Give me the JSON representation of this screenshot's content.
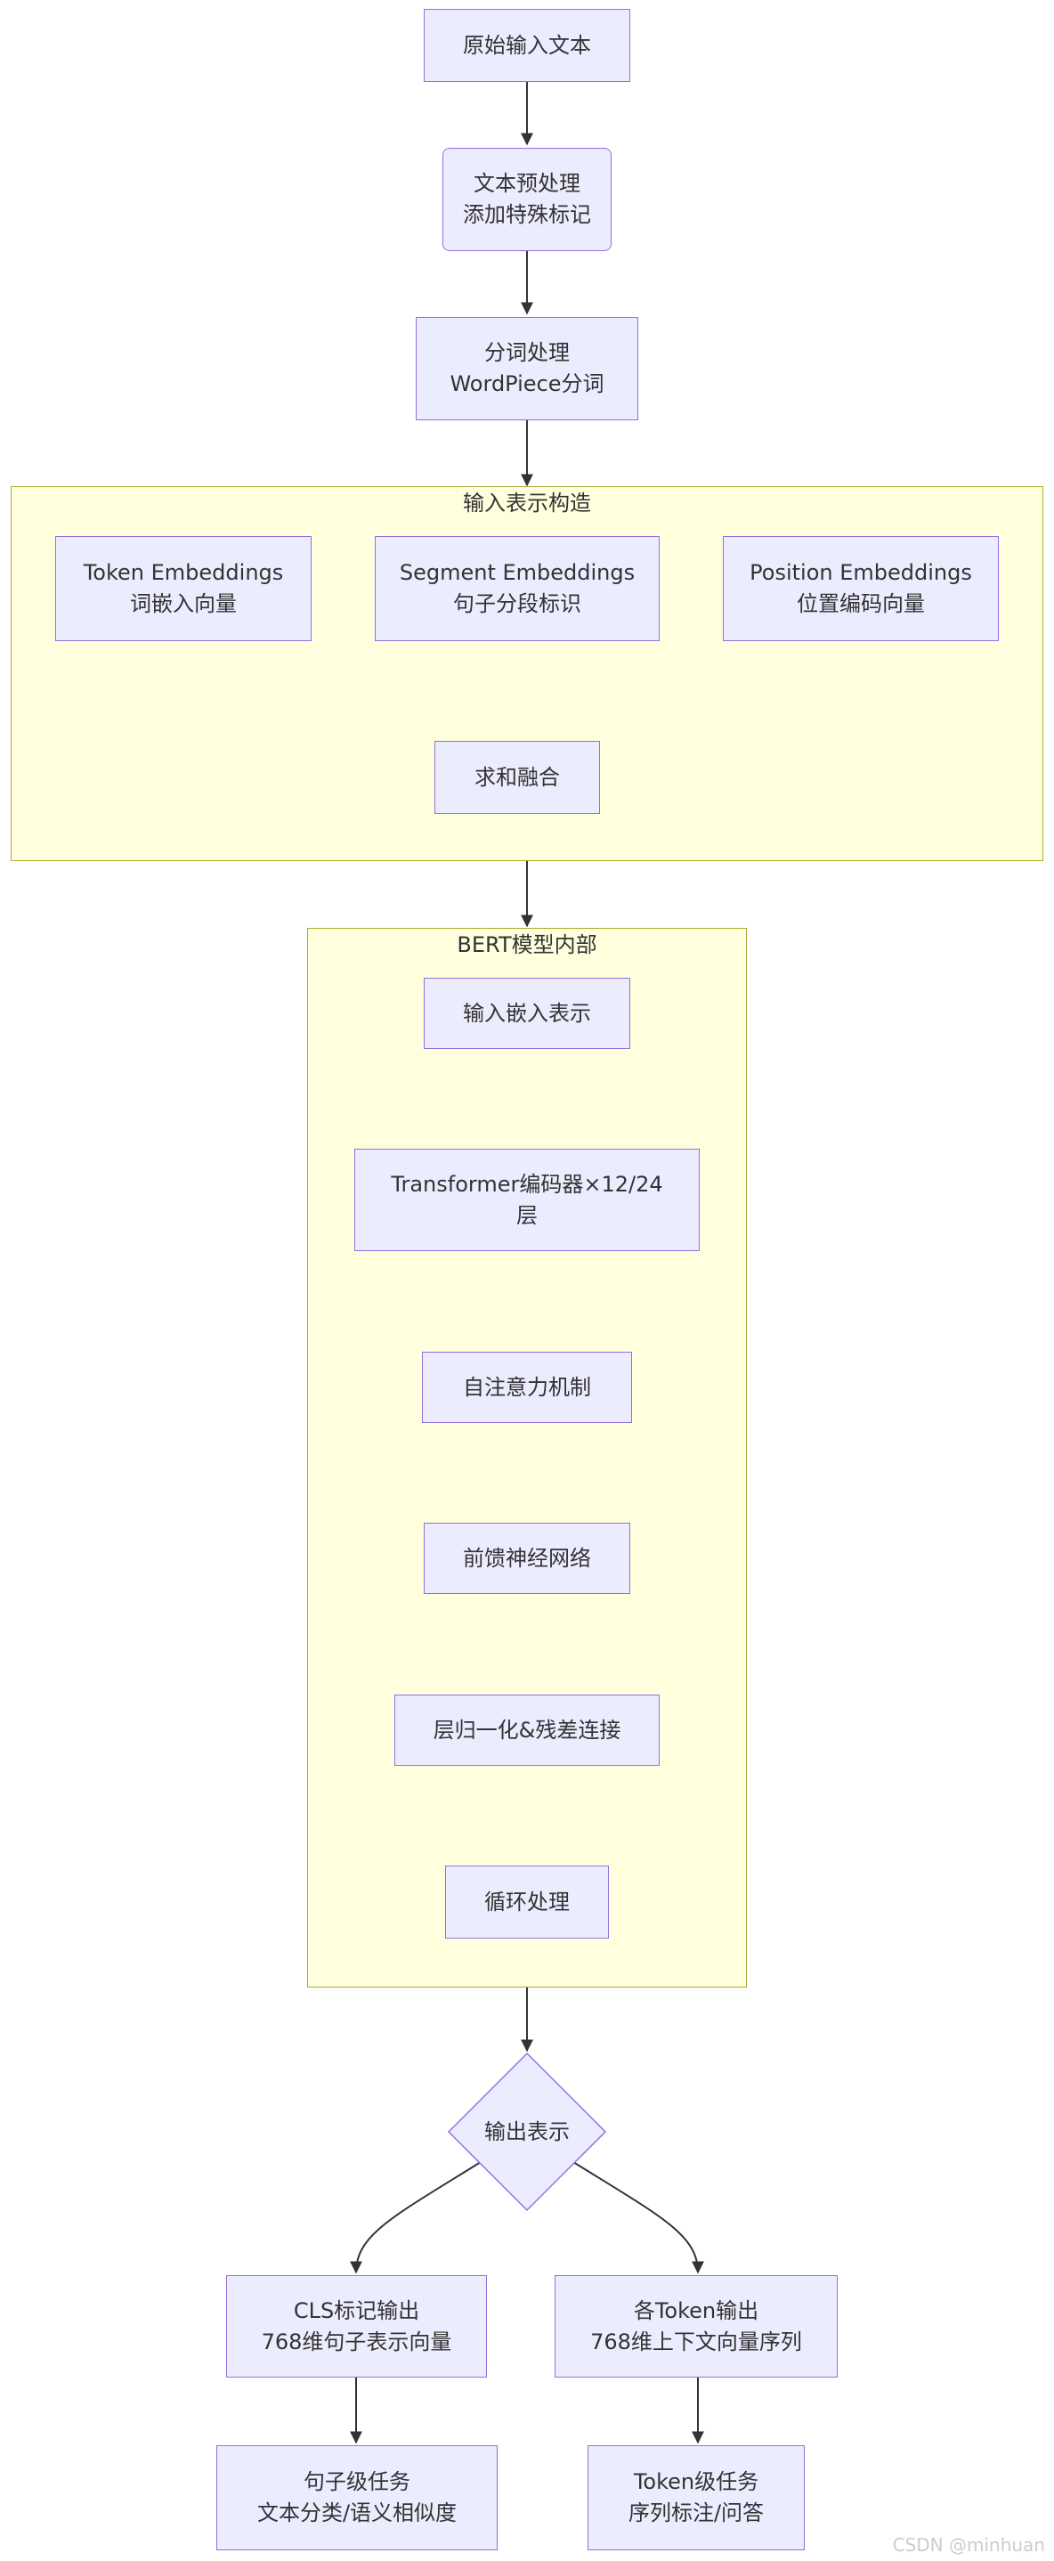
{
  "nodes": {
    "raw_input": "原始输入文本",
    "preprocess": [
      "文本预处理",
      "添加特殊标记"
    ],
    "tokenize": [
      "分词处理",
      "WordPiece分词"
    ],
    "token_emb": [
      "Token Embeddings",
      "词嵌入向量"
    ],
    "segment_emb": [
      "Segment Embeddings",
      "句子分段标识"
    ],
    "position_emb": [
      "Position Embeddings",
      "位置编码向量"
    ],
    "sum_fuse": "求和融合",
    "input_emb": "输入嵌入表示",
    "transformer": [
      "Transformer编码器×12/24",
      "层"
    ],
    "self_attn": "自注意力机制",
    "ffn": "前馈神经网络",
    "layernorm": "层归一化&残差连接",
    "loop": "循环处理",
    "output": "输出表示",
    "cls_out": [
      "CLS标记输出",
      "768维句子表示向量"
    ],
    "token_out": [
      "各Token输出",
      "768维上下文向量序列"
    ],
    "sentence_task": [
      "句子级任务",
      "文本分类/语义相似度"
    ],
    "token_task": [
      "Token级任务",
      "序列标注/问答"
    ]
  },
  "groups": {
    "input_repr": "输入表示构造",
    "bert_inner": "BERT模型内部"
  },
  "watermark": "CSDN @minhuan",
  "colors": {
    "node_fill": "#ececff",
    "node_stroke": "#9370db",
    "group_fill": "#ffffde",
    "group_stroke": "#aaaa33",
    "edge": "#333333"
  }
}
